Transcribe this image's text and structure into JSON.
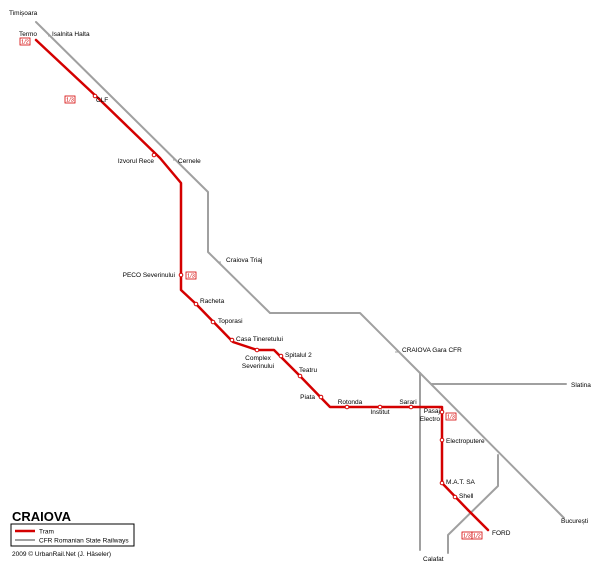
{
  "map": {
    "title": "CRAIOVA",
    "credit": "2009 © UrbanRail.Net (J. Häseler)",
    "colors": {
      "tram": "#d40000",
      "railway": "#a0a0a0",
      "background": "#ffffff",
      "text": "#000000"
    },
    "legend": [
      {
        "label": "Tram",
        "color": "#d40000"
      },
      {
        "label": "CFR Romanian State Railways",
        "color": "#a0a0a0"
      }
    ],
    "tram_stops": [
      {
        "name": "Termo"
      },
      {
        "name": "CLF"
      },
      {
        "name": "Izvorul Rece"
      },
      {
        "name": "PECO Severinului"
      },
      {
        "name": "Racheta"
      },
      {
        "name": "Toporasi"
      },
      {
        "name": "Casa Tineretului"
      },
      {
        "name": "Complex\nSeverinului"
      },
      {
        "name": "Spitalul 2"
      },
      {
        "name": "Teatru"
      },
      {
        "name": "Piata"
      },
      {
        "name": "Rotonda"
      },
      {
        "name": "Institut"
      },
      {
        "name": "Sarari"
      },
      {
        "name": "Pasaj\nElectro"
      },
      {
        "name": "Electroputere"
      },
      {
        "name": "M.A.T. SA"
      },
      {
        "name": "Shell"
      },
      {
        "name": "FORD"
      }
    ],
    "rail_stations": [
      {
        "name": "Timișoara"
      },
      {
        "name": "Isalnita Halta"
      },
      {
        "name": "Cernele"
      },
      {
        "name": "Craiova Triaj"
      },
      {
        "name": "CRAIOVA Gara CFR"
      },
      {
        "name": "Slatina"
      },
      {
        "name": "București"
      },
      {
        "name": "Calafat"
      }
    ],
    "route_badges": [
      {
        "text": "1/2"
      },
      {
        "text": "1/3"
      },
      {
        "text": "1/3"
      },
      {
        "text": "1/3"
      },
      {
        "text": "1/3"
      },
      {
        "text": "1/2"
      }
    ]
  }
}
